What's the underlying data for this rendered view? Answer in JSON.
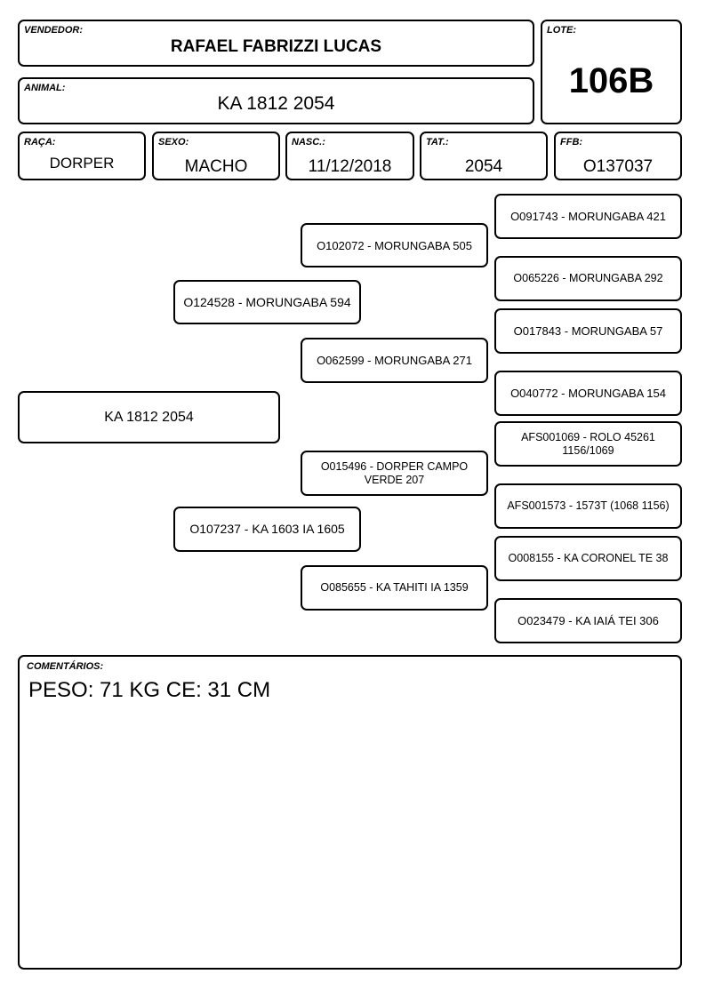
{
  "header": {
    "vendedor": {
      "label": "VENDEDOR:",
      "value": "RAFAEL FABRIZZI LUCAS"
    },
    "animal": {
      "label": "ANIMAL:",
      "value": "KA 1812 2054"
    },
    "lote": {
      "label": "LOTE:",
      "value": "106B"
    }
  },
  "details": {
    "raca": {
      "label": "RAÇA:",
      "value": "DORPER"
    },
    "sexo": {
      "label": "SEXO:",
      "value": "MACHO"
    },
    "nasc": {
      "label": "NASC.:",
      "value": "11/12/2018"
    },
    "tat": {
      "label": "TAT.:",
      "value": "2054"
    },
    "ffb": {
      "label": "FFB:",
      "value": "O137037"
    }
  },
  "pedigree": {
    "animal": "KA 1812 2054",
    "sire": "O124528 - MORUNGABA 594",
    "dam": "O107237 - KA 1603 IA 1605",
    "sire_sire": "O102072 - MORUNGABA 505",
    "sire_dam": "O062599 - MORUNGABA 271",
    "dam_sire": "O015496 - DORPER CAMPO VERDE 207",
    "dam_dam": "O085655 - KA TAHITI IA 1359",
    "ggp": [
      "O091743 - MORUNGABA 421",
      "O065226 - MORUNGABA 292",
      "O017843 - MORUNGABA 57",
      "O040772 - MORUNGABA 154",
      "AFS001069 - ROLO 45261 1156/1069",
      "AFS001573 - 1573T (1068 1156)",
      "O008155 - KA CORONEL TE 38",
      "O023479 - KA IAIÁ TEI 306"
    ]
  },
  "comments": {
    "label": "COMENTÁRIOS:",
    "text": "PESO: 71 KG CE: 31 CM"
  }
}
